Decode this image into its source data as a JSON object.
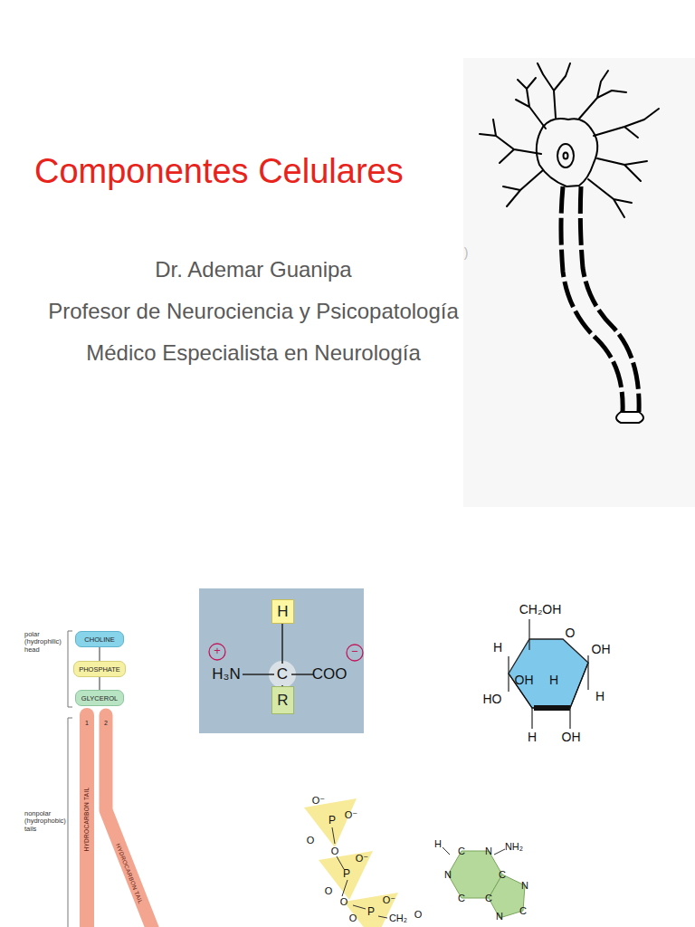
{
  "diagram": {
    "title": "Componentes Celulares",
    "nodes": [
      {
        "text": [
          "CHOLINE"
        ]
      },
      {
        "text": [
          "PHOSPHATE"
        ]
      },
      {
        "text": [
          "GLYCEROL"
        ]
      },
      {
        "text": [
          "H"
        ]
      },
      {
        "text": [
          "R"
        ]
      }
    ],
    "edges": [
      {
        "from": 0,
        "to": 1,
        "arrow": "none"
      },
      {
        "from": 1,
        "to": 2,
        "arrow": "none"
      }
    ],
    "labels": [
      "Dr. Ademar Guanipa",
      "Profesor de Neurociencia y Psicopatología",
      "Médico Especialista en Neurología",
      ")",
      "polar (hydrophilic) head",
      "nonpolar (hydrophobic) tails",
      "1",
      "2",
      "HYDROCARBON TAIL",
      "HYDROCARBON TAIL",
      "C",
      "H₃N",
      "COO",
      "+",
      "−",
      "CH₂OH",
      "O",
      "H",
      "OH",
      "OH",
      "H",
      "HO",
      "H",
      "H",
      "OH",
      "O⁻",
      "P",
      "O⁻",
      "O",
      "O",
      "O⁻",
      "P",
      "O",
      "O",
      "O⁻",
      "P",
      "O",
      "CH₂",
      "O",
      "H",
      "C",
      "N",
      "C",
      "NH₂",
      "N",
      "C",
      "C",
      "N",
      "C",
      "N"
    ]
  }
}
